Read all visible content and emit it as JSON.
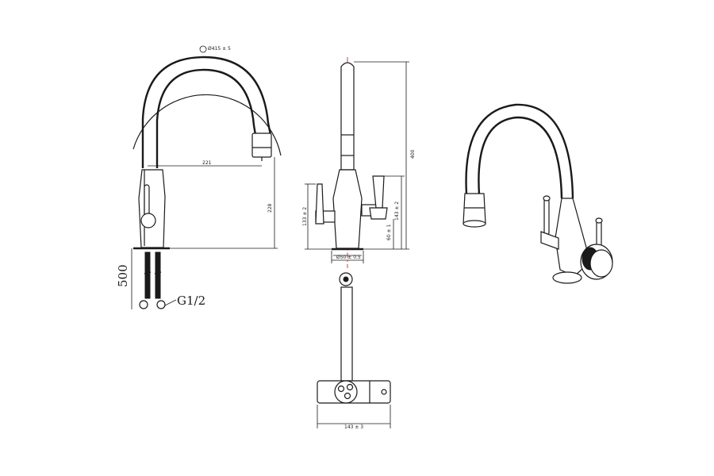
{
  "dimensions": {
    "arc_diameter": "Ø415 ± 5",
    "reach": "221",
    "spout_height": "228",
    "total_height": "400",
    "base_to_lever": "133 ± 2",
    "lever_height": "143 ± 2",
    "base_height": "60 ± 1",
    "base_diameter": "Ø50 ± 0.5",
    "hose_length": "500",
    "top_width": "143 ± 3"
  },
  "labels": {
    "thread": "G1/2"
  }
}
